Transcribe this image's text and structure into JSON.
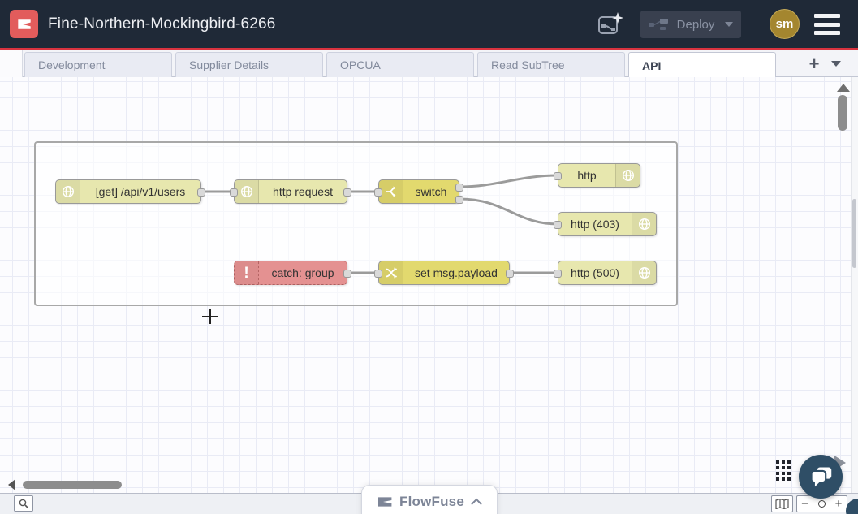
{
  "header": {
    "title": "Fine-Northern-Mockingbird-6266",
    "deploy_label": "Deploy",
    "avatar_initials": "sm",
    "colors": {
      "background": "#1f2937",
      "accent_line": "#d9333f",
      "logo_red": "#e25c5c",
      "avatar_gold": "#a4862f"
    }
  },
  "tabs": {
    "items": [
      {
        "label": "Development",
        "active": false
      },
      {
        "label": "Supplier Details",
        "active": false
      },
      {
        "label": "OPCUA",
        "active": false
      },
      {
        "label": "Read SubTree",
        "active": false
      },
      {
        "label": "API",
        "active": true
      }
    ],
    "add_label": "+"
  },
  "flow": {
    "nodes": [
      {
        "label": "[get] /api/v1/users",
        "type": "http-in",
        "icon": "globe-icon",
        "color": "#e7e7ae"
      },
      {
        "label": "http request",
        "type": "http-request",
        "icon": "globe-icon",
        "color": "#e7e7ae"
      },
      {
        "label": "switch",
        "type": "switch",
        "icon": "fork-icon",
        "color": "#e2d96e"
      },
      {
        "label": "http",
        "type": "http-response",
        "icon": "globe-icon",
        "color": "#e7e7ae"
      },
      {
        "label": "http (403)",
        "type": "http-response",
        "icon": "globe-icon",
        "color": "#e7e7ae"
      },
      {
        "label": "catch: group",
        "type": "catch",
        "icon": "exclamation-icon",
        "color": "#e49191"
      },
      {
        "label": "set msg.payload",
        "type": "change",
        "icon": "shuffle-icon",
        "color": "#e2d96e"
      },
      {
        "label": "http (500)",
        "type": "http-response",
        "icon": "globe-icon",
        "color": "#e7e7ae"
      }
    ],
    "wire_color": "#9b9b9b",
    "group_present": true
  },
  "footer": {
    "brand": "FlowFuse",
    "zoom_out_label": "−",
    "zoom_in_label": "+"
  }
}
